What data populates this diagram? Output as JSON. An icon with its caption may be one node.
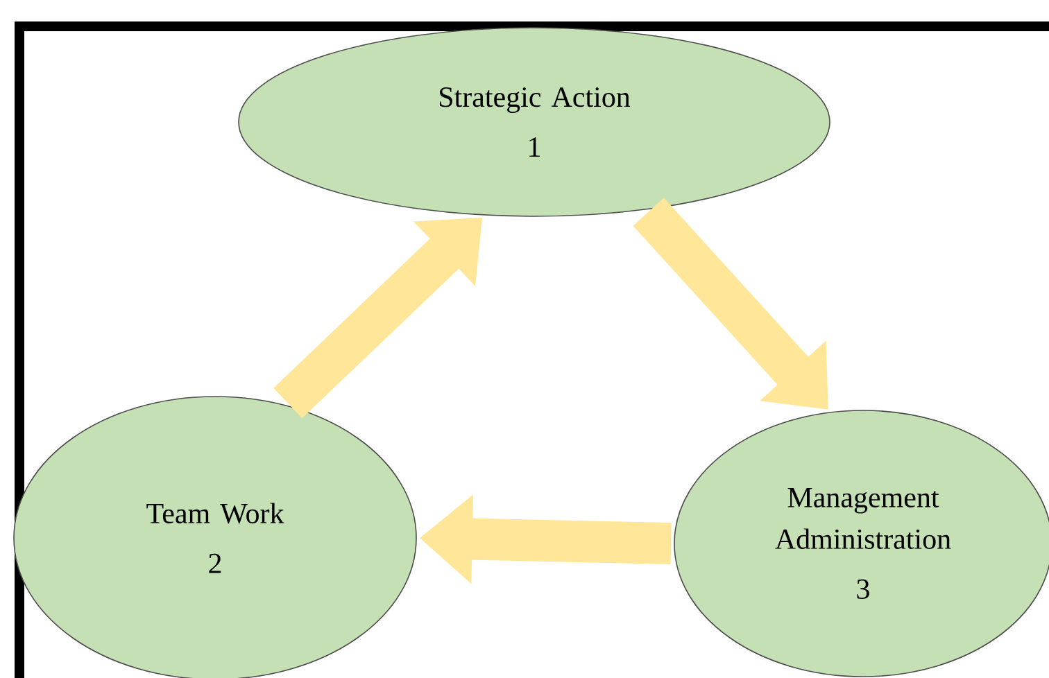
{
  "diagram": {
    "nodes": [
      {
        "text": [
          "Strategic Action",
          "1"
        ]
      },
      {
        "text": [
          "Team Work",
          "2"
        ]
      },
      {
        "text": [
          "Management Administration",
          "3"
        ]
      }
    ],
    "edges": [
      {
        "from": 0,
        "to": 2,
        "arrow": "to"
      },
      {
        "from": 2,
        "to": 1,
        "arrow": "to"
      },
      {
        "from": 1,
        "to": 0,
        "arrow": "to"
      }
    ]
  }
}
